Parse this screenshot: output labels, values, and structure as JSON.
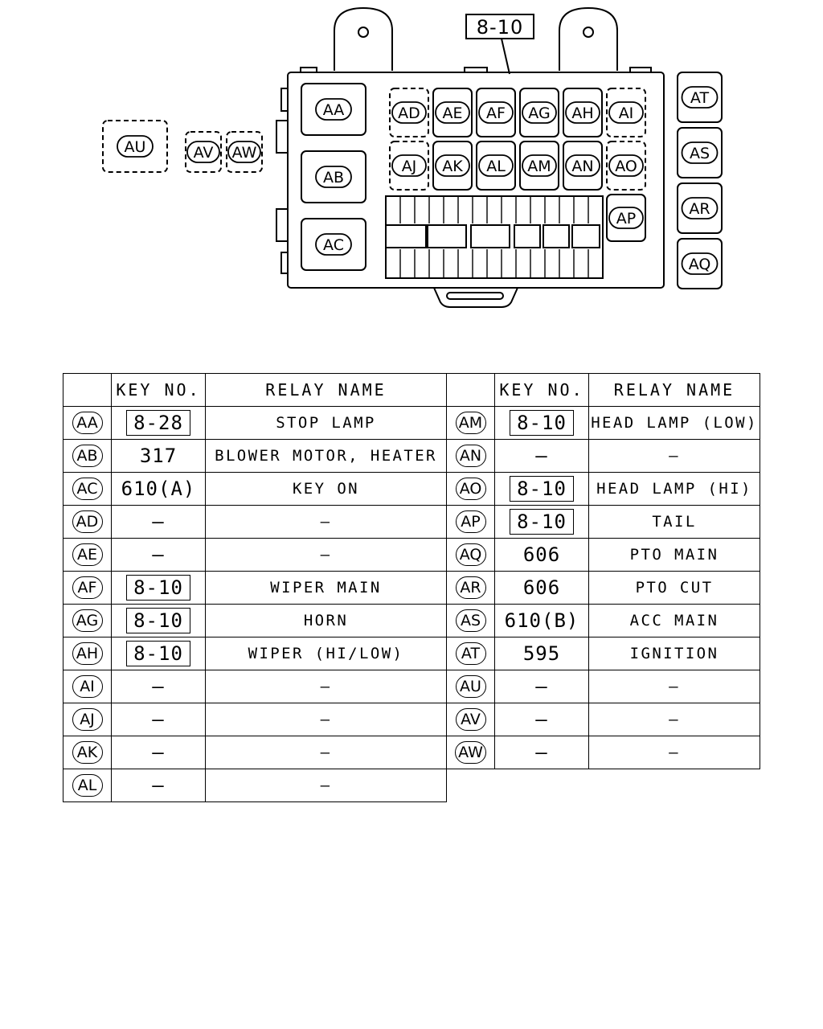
{
  "diagram": {
    "top_label": "8-10",
    "inner_relays": [
      "AD",
      "AE",
      "AF",
      "AG",
      "AH",
      "AI",
      "AJ",
      "AK",
      "AL",
      "AM",
      "AN",
      "AO",
      "AP"
    ],
    "large_relays": [
      "AA",
      "AB",
      "AC"
    ],
    "side_relays": [
      "AT",
      "AS",
      "AR",
      "AQ"
    ],
    "external_relays": [
      "AU",
      "AV",
      "AW"
    ]
  },
  "table": {
    "headers": {
      "blank": "",
      "key": "KEY NO.",
      "name": "RELAY NAME"
    },
    "left_rows": [
      {
        "id": "AA",
        "key": "8-28",
        "key_boxed": true,
        "name": "STOP LAMP"
      },
      {
        "id": "AB",
        "key": "317",
        "key_boxed": false,
        "name": "BLOWER MOTOR, HEATER"
      },
      {
        "id": "AC",
        "key": "610(A)",
        "key_boxed": false,
        "name": "KEY ON"
      },
      {
        "id": "AD",
        "key": "—",
        "key_boxed": false,
        "name": "—"
      },
      {
        "id": "AE",
        "key": "—",
        "key_boxed": false,
        "name": "—"
      },
      {
        "id": "AF",
        "key": "8-10",
        "key_boxed": true,
        "name": "WIPER MAIN"
      },
      {
        "id": "AG",
        "key": "8-10",
        "key_boxed": true,
        "name": "HORN"
      },
      {
        "id": "AH",
        "key": "8-10",
        "key_boxed": true,
        "name": "WIPER (HI/LOW)"
      },
      {
        "id": "AI",
        "key": "—",
        "key_boxed": false,
        "name": "—"
      },
      {
        "id": "AJ",
        "key": "—",
        "key_boxed": false,
        "name": "—"
      },
      {
        "id": "AK",
        "key": "—",
        "key_boxed": false,
        "name": "—"
      },
      {
        "id": "AL",
        "key": "—",
        "key_boxed": false,
        "name": "—"
      }
    ],
    "right_rows": [
      {
        "id": "AM",
        "key": "8-10",
        "key_boxed": true,
        "name": "HEAD LAMP (LOW)"
      },
      {
        "id": "AN",
        "key": "—",
        "key_boxed": false,
        "name": "—"
      },
      {
        "id": "AO",
        "key": "8-10",
        "key_boxed": true,
        "name": "HEAD LAMP (HI)"
      },
      {
        "id": "AP",
        "key": "8-10",
        "key_boxed": true,
        "name": "TAIL"
      },
      {
        "id": "AQ",
        "key": "606",
        "key_boxed": false,
        "name": "PTO MAIN"
      },
      {
        "id": "AR",
        "key": "606",
        "key_boxed": false,
        "name": "PTO CUT"
      },
      {
        "id": "AS",
        "key": "610(B)",
        "key_boxed": false,
        "name": "ACC MAIN"
      },
      {
        "id": "AT",
        "key": "595",
        "key_boxed": false,
        "name": "IGNITION"
      },
      {
        "id": "AU",
        "key": "—",
        "key_boxed": false,
        "name": "—"
      },
      {
        "id": "AV",
        "key": "—",
        "key_boxed": false,
        "name": "—"
      },
      {
        "id": "AW",
        "key": "—",
        "key_boxed": false,
        "name": "—"
      }
    ]
  }
}
